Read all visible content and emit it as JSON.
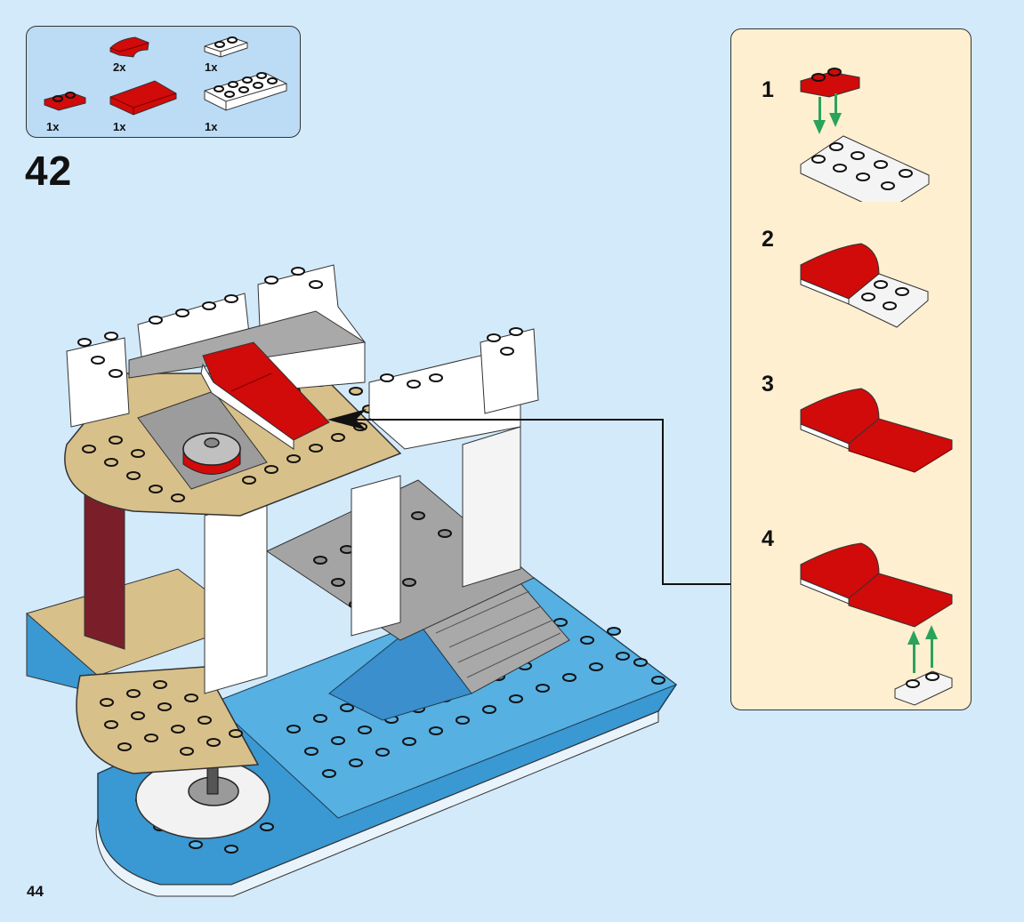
{
  "page": {
    "step_number": "42",
    "page_number": "44"
  },
  "parts_list": {
    "items": [
      {
        "name": "red-curved-slope-2x2",
        "color": "#d10a0a",
        "qty": "2x"
      },
      {
        "name": "white-plate-1x2",
        "color": "#ffffff",
        "qty": "1x"
      },
      {
        "name": "red-plate-1x2",
        "color": "#d10a0a",
        "qty": "1x"
      },
      {
        "name": "red-tile-2x4",
        "color": "#d10a0a",
        "qty": "1x"
      },
      {
        "name": "white-plate-2x4",
        "color": "#ffffff",
        "qty": "1x"
      }
    ]
  },
  "substeps": [
    {
      "label": "1",
      "description": "red plate 1x2 onto white plate 2x4"
    },
    {
      "label": "2",
      "description": "red curved slopes attached"
    },
    {
      "label": "3",
      "description": "red tile 2x4 attached"
    },
    {
      "label": "4",
      "description": "white plate 1x2 attached underneath"
    }
  ],
  "colors": {
    "background": "#d3eafb",
    "parts_box": "#bcdcf5",
    "substep_box": "#fdefd0",
    "brick_red": "#d10a0a",
    "brick_white": "#ffffff",
    "brick_tan": "#d8c08a",
    "brick_blue": "#3a98d2",
    "brick_gray": "#a4a4a4",
    "arrow_green": "#2aa35a"
  }
}
